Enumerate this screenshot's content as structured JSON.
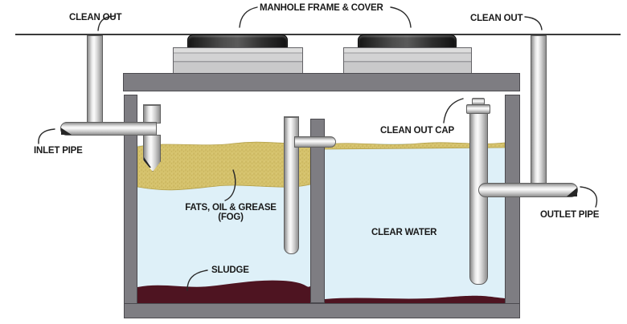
{
  "labels": {
    "clean_out_left": "CLEAN OUT",
    "manhole_frame_cover": "MANHOLE FRAME & COVER",
    "clean_out_right": "CLEAN OUT",
    "inlet_pipe": "INLET PIPE",
    "clean_out_cap": "CLEAN OUT CAP",
    "fog_line1": "FATS, OIL & GREASE",
    "fog_line2": "(FOG)",
    "clear_water": "CLEAR WATER",
    "sludge": "SLUDGE",
    "outlet_pipe": "OUTLET PIPE"
  },
  "colors": {
    "fog": "#d5c26c",
    "fog_speckle": "#c2ac55",
    "water": "#def0f8",
    "sludge": "#4e1421",
    "tank": "#7e7d82",
    "outline": "#4b4a4f",
    "ground_line": "#3a3a3a",
    "label_text": "#1a1a1a"
  }
}
